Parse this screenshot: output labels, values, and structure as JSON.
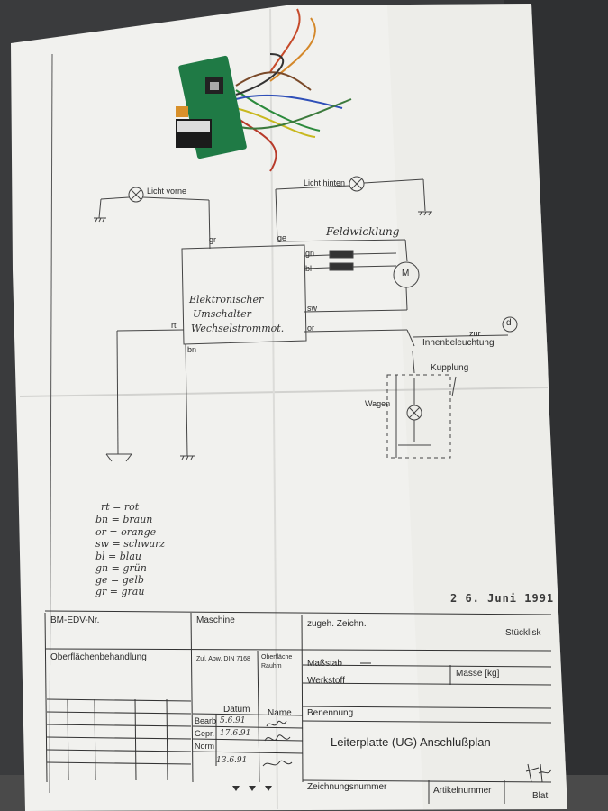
{
  "labels": {
    "light_front": "Licht vorne",
    "light_rear": "Licht hinten",
    "field_winding": "Feldwicklung",
    "motor": "M",
    "switch_line1": "Elektronischer",
    "switch_line2": "Umschalter",
    "switch_line3": "Wechselstrommot.",
    "circle_ref": "d",
    "interior_line1": "zur",
    "interior_line2": "Innenbeleuchtung",
    "coupling": "Kupplung",
    "wagon": "Wagen",
    "wire_gr": "gr",
    "wire_ge": "ge",
    "wire_gn": "gn",
    "wire_bl": "bl",
    "wire_sw": "sw",
    "wire_rt": "rt",
    "wire_or": "or",
    "wire_bn": "bn"
  },
  "legend": [
    "rt = rot",
    "bn = braun",
    "or = orange",
    "sw = schwarz",
    "bl = blau",
    "gn = grün",
    "ge = gelb",
    "gr = grau"
  ],
  "stamp_date": "2 6. Juni 1991",
  "title_block": {
    "bm_edv": "BM-EDV-Nr.",
    "maschine": "Maschine",
    "zugeh": "zugeh. Zeichn.",
    "stueckliste": "Stücklisk",
    "oberflaeche": "Oberflächenbehandlung",
    "zul_abw": "Zul. Abw. DIN 7168",
    "oberflaeche_rauh_1": "Oberfläche",
    "oberflaeche_rauh_2": "Rauhm",
    "massstab": "Maßstab",
    "masse": "Masse [kg]",
    "werkstoff": "Werkstoff",
    "datum": "Datum",
    "name": "Name",
    "bearb": "Bearb",
    "gepr": "Gepr.",
    "norm": "Norm",
    "date_bearb": "5.6.91",
    "date_gepr": "17.6.91",
    "date_norm": "13.6.91",
    "benennung": "Benennung",
    "benennung_value": "Leiterplatte (UG) Anschlußplan",
    "zeichnungsnummer": "Zeichnungsnummer",
    "artikelnummer": "Artikelnummer",
    "blatt": "Blat"
  },
  "colors": {
    "background": "#3a3b3d",
    "paper": "#f2f2f0",
    "pcb": "#1f7a45"
  }
}
